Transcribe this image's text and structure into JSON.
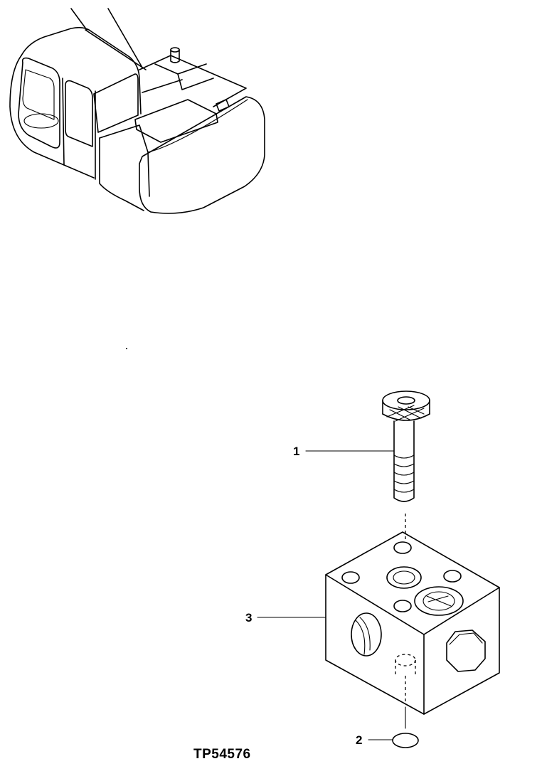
{
  "callouts": {
    "part1": "1",
    "part2": "2",
    "part3": "3"
  },
  "figure_id": "TP54576"
}
